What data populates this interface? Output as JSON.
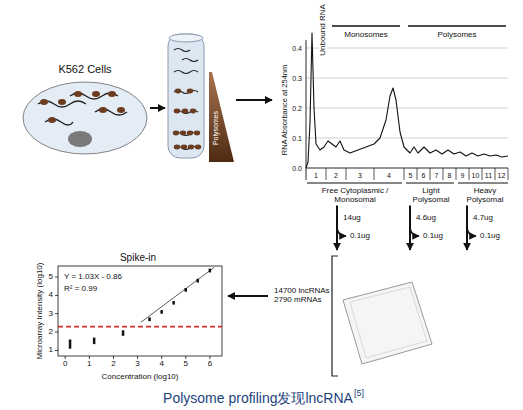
{
  "diagram": {
    "caption": "Polysome profiling发现lncRNA",
    "nodes": [
      {
        "text": [
          "K562 Cells"
        ]
      },
      {
        "text": [
          "Polysomes"
        ]
      },
      {
        "text": [
          "RNA Absorbance at 254nm"
        ]
      },
      {
        "text": [
          "Free Cytoplasmic / Monosomal"
        ],
        "in": 2
      },
      {
        "text": [
          "Light Polysomal"
        ],
        "in": 2
      },
      {
        "text": [
          "Heavy Polysomal"
        ],
        "in": 2
      },
      {
        "text": [
          "14700 lncRNAs 2790 mRNAs"
        ]
      },
      {
        "text": [
          "Spike-in"
        ]
      }
    ],
    "edges": [
      {
        "from": 0,
        "to": 1,
        "arrow": "to"
      },
      {
        "from": 1,
        "to": 2,
        "arrow": "to"
      },
      {
        "from": 3,
        "to": 6,
        "label": "14ug",
        "arrow": "to"
      },
      {
        "from": 4,
        "to": 6,
        "label": "4.6ug",
        "arrow": "to"
      },
      {
        "from": 5,
        "to": 6,
        "label": "4.7ug",
        "arrow": "to"
      },
      {
        "from": 6,
        "to": 7,
        "arrow": "to"
      }
    ],
    "labels": [
      "Unbound RNA",
      "Monosomes",
      "Polysomes",
      "0.4",
      "0.3",
      "0.2",
      "0.1",
      "0.0",
      "1",
      "2",
      "3",
      "4",
      "5",
      "6",
      "7",
      "8",
      "9",
      "10",
      "11",
      "12",
      "0.1ug",
      "0.1ug",
      "0.1ug",
      "Y = 1.03X - 0.86",
      "R² = 0.99",
      "Microarray Intensity (log10)",
      "Concentration (log10)",
      "5",
      "4",
      "3",
      "2",
      "1",
      "0",
      "1",
      "2",
      "3",
      "4",
      "5",
      "6",
      "[5]"
    ]
  }
}
